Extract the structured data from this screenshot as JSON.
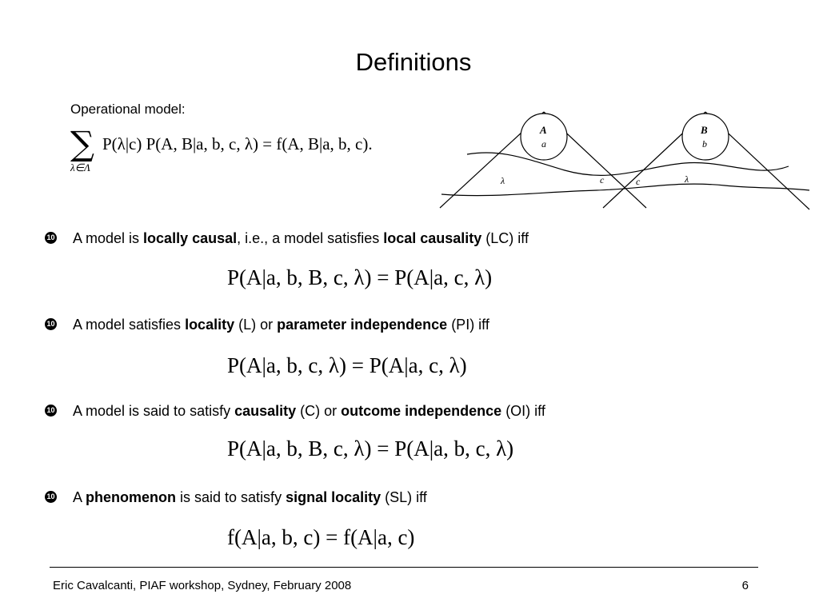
{
  "slide": {
    "title": "Definitions",
    "operational_label": "Operational model:",
    "sum_symbol": "∑",
    "sum_subscript": "λ∈Λ",
    "sum_body": "P(λ|c) P(A, B|a, b, c, λ) = f(A, B|a, b, c).",
    "footer_left": "Eric Cavalcanti, PIAF workshop, Sydney, February 2008",
    "footer_right": "6",
    "bullet_glyph": "10",
    "bullet_icon": "bullet-number-icon"
  },
  "diagram": {
    "A_upper": "A",
    "A_lower": "a",
    "B_upper": "B",
    "B_lower": "b",
    "lambda_left": "λ",
    "c_left": "c",
    "c_right": "c",
    "lambda_right": "λ"
  },
  "bullets": [
    {
      "t1": "A model is ",
      "b1": "locally causal",
      "t2": ", i.e., a model satisfies ",
      "b2": "local causality",
      "t3": " (LC) iff",
      "equation": "P(A|a, b, B, c, λ) = P(A|a, c, λ)"
    },
    {
      "t1": "A model satisfies ",
      "b1": "locality",
      "t2": " (L) or ",
      "b2": "parameter independence",
      "t3": " (PI) iff",
      "equation": "P(A|a, b, c, λ) = P(A|a, c, λ)"
    },
    {
      "t1": "A model is said to satisfy ",
      "b1": "causality",
      "t2": " (C) or ",
      "b2": "outcome independence",
      "t3": " (OI) iff",
      "equation": "P(A|a, b, B, c, λ) = P(A|a, b, c, λ)"
    },
    {
      "t1": "A ",
      "b1": "phenomenon",
      "t2": " is said to satisfy ",
      "b2": "signal locality",
      "t3": " (SL) iff",
      "equation": "f(A|a, b, c) = f(A|a, c)"
    }
  ]
}
